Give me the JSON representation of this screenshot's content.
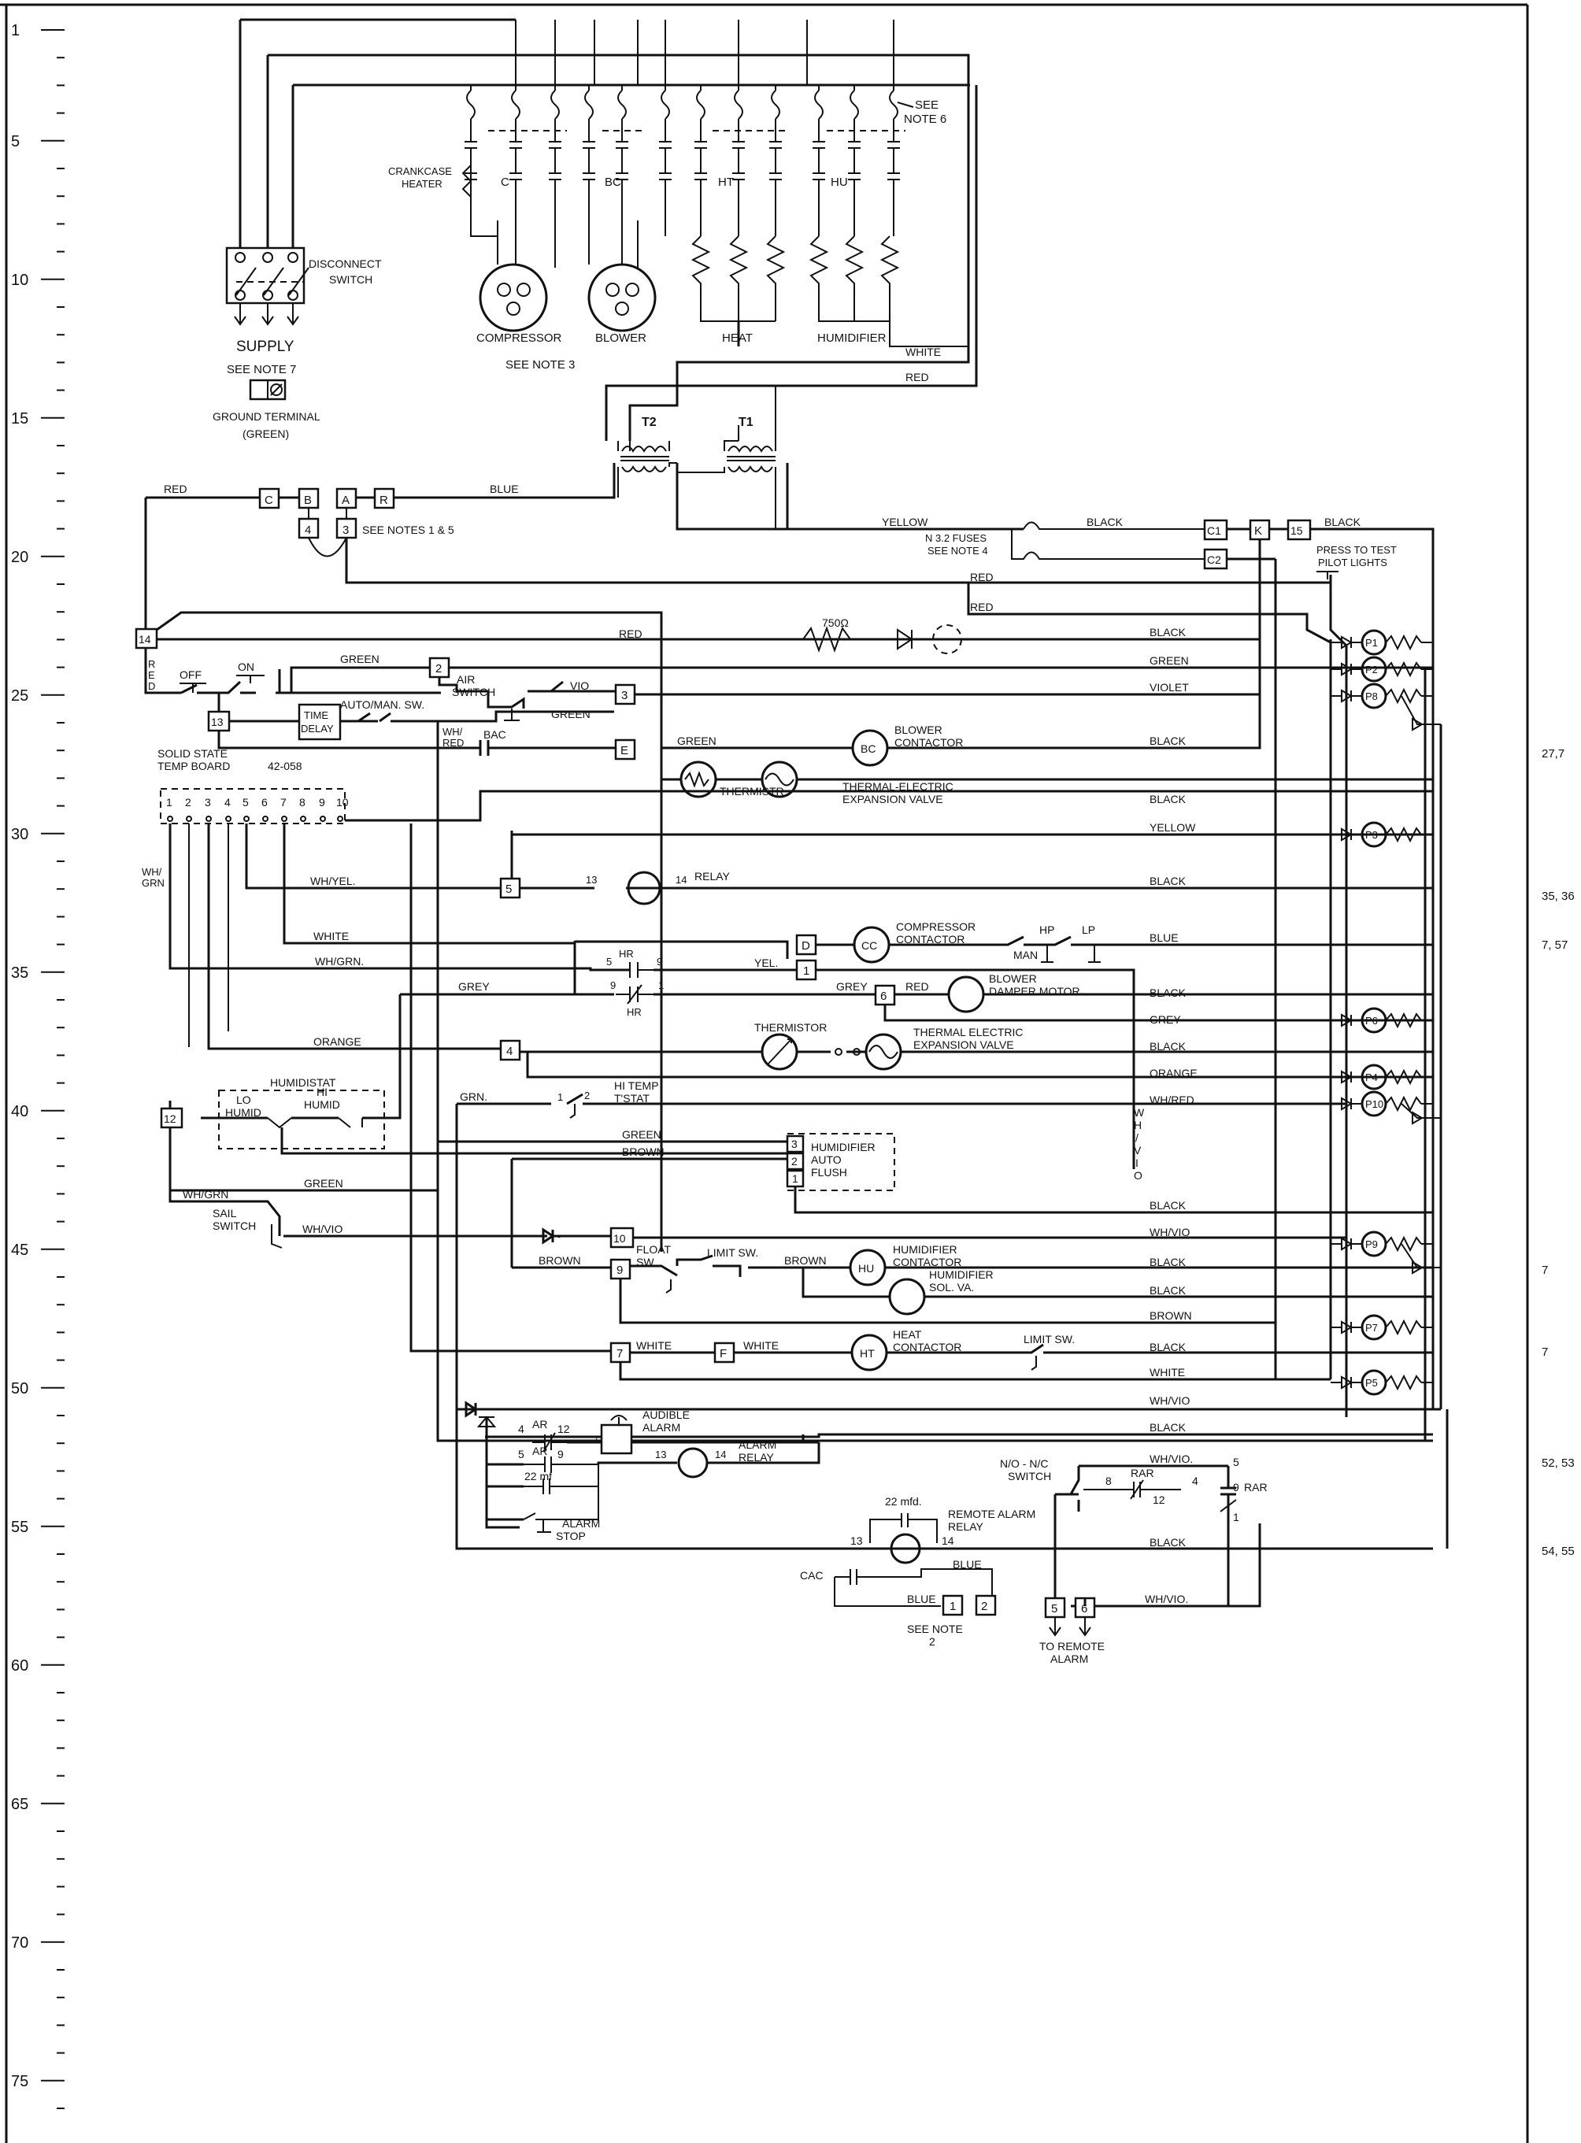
{
  "ruler": {
    "major_labels": [
      "1",
      "5",
      "10",
      "15",
      "20",
      "25",
      "30",
      "35",
      "40",
      "45",
      "50",
      "55",
      "60",
      "65",
      "70",
      "75"
    ]
  },
  "right_refs": [
    "27,7",
    "35, 36",
    "7, 57",
    "7",
    "7",
    "52, 53",
    "54, 55"
  ],
  "top": {
    "see_note_6": [
      "SEE",
      "NOTE 6"
    ],
    "crankcase_heater": [
      "CRANKCASE",
      "HEATER"
    ],
    "c": "C",
    "bc": "BC",
    "ht": "HT",
    "hu": "HU",
    "compressor": "COMPRESSOR",
    "blower": "BLOWER",
    "heat": "HEAT",
    "humidifier": "HUMIDIFIER",
    "white": "WHITE",
    "red": "RED",
    "see_note_3": "SEE NOTE 3",
    "disconnect_switch": [
      "DISCONNECT",
      "SWITCH"
    ],
    "supply": "SUPPLY",
    "see_note_7": "SEE NOTE 7",
    "ground_terminal": [
      "GROUND TERMINAL",
      "(GREEN)"
    ],
    "t1": "T1",
    "t2": "T2"
  },
  "row18": {
    "red": "RED",
    "blue": "BLUE",
    "see_notes": "SEE NOTES 1 & 5",
    "yellow": "YELLOW",
    "fuses": [
      "N 3.2 FUSES",
      "SEE NOTE 4"
    ],
    "black": "BLACK",
    "black2": "BLACK",
    "press_to_test": [
      "PRESS TO TEST",
      "PILOT LIGHTS"
    ],
    "red_a": "RED",
    "red_b": "RED"
  },
  "terminals": {
    "C": "C",
    "B": "B",
    "A": "A",
    "R": "R",
    "t4": "4",
    "t3": "3",
    "C1": "C1",
    "C2": "C2",
    "K": "K",
    "t15": "15",
    "t14": "14",
    "t2": "2",
    "t3b": "3",
    "t13": "13",
    "E": "E",
    "t5": "5",
    "D": "D",
    "t1": "1",
    "t6": "6",
    "t4b": "4",
    "t12": "12",
    "h3": "3",
    "h2": "2",
    "h1": "1",
    "t10": "10",
    "t9": "9",
    "t7": "7",
    "F": "F",
    "n1": "1",
    "n2": "2",
    "r5": "5",
    "r6": "6"
  },
  "control": {
    "red": "RED",
    "r750": "750Ω",
    "black": "BLACK",
    "green": "GREEN",
    "violet": "VIOLET",
    "black_bc": "BLACK",
    "off": "OFF",
    "on": "ON",
    "red_v": "RED",
    "green_top": "GREEN",
    "air_switch": [
      "AIR",
      "SWITCH"
    ],
    "vio": "VIO",
    "auto_man": "AUTO/MAN. SW.",
    "time_delay": [
      "TIME",
      "DELAY"
    ],
    "green2": "GREEN",
    "wh_red": [
      "WH/",
      "RED"
    ],
    "bac": "BAC",
    "green3": "GREEN",
    "blower_contactor": [
      "BLOWER",
      "CONTACTOR"
    ],
    "bc": "BC",
    "thermistr": "THERMISTR",
    "tev": [
      "THERMAL-ELECTRIC",
      "EXPANSION VALVE"
    ]
  },
  "board": {
    "title": [
      "SOLID STATE",
      "TEMP BOARD"
    ],
    "part": "42-058",
    "pins": [
      "1",
      "2",
      "3",
      "4",
      "5",
      "6",
      "7",
      "8",
      "9",
      "10"
    ]
  },
  "mid": {
    "black_29": "BLACK",
    "yellow_30": "YELLOW",
    "wh_grn_left": [
      "WH/",
      "GRN"
    ],
    "wh_yel": "WH/YEL.",
    "relay": "RELAY",
    "p13": "13",
    "p14": "14",
    "black_32": "BLACK",
    "white": "WHITE",
    "cc": "CC",
    "comp_contactor": [
      "COMPRESSOR",
      "CONTACTOR"
    ],
    "hp": "HP",
    "lp": "LP",
    "man": "MAN",
    "blue": "BLUE",
    "wh_grn": "WH/GRN.",
    "hr": "HR",
    "hr_n5": "5",
    "hr_n9": "9",
    "yel": "YEL.",
    "grey": "GREY",
    "grey2": "GREY",
    "hr_n9b": "9",
    "hr_n1": "1",
    "hr2": "HR",
    "red": "RED",
    "blower_damper": [
      "BLOWER",
      "DAMPER MOTOR"
    ],
    "black_36": "BLACK",
    "grey_37": "GREY",
    "orange": "ORANGE",
    "thermistor": "THERMISTOR",
    "tev2": [
      "THERMAL ELECTRIC",
      "EXPANSION VALVE"
    ],
    "black_38": "BLACK",
    "orange_39": "ORANGE",
    "humidistat": "HUMIDISTAT",
    "lo_humid": [
      "LO",
      "HUMID"
    ],
    "hi_humid": [
      "HI",
      "HUMID"
    ],
    "grn": "GRN.",
    "hi_temp": [
      "HI TEMP",
      "T'STAT"
    ],
    "ht_n1": "1",
    "ht_n2": "2",
    "wh_red_40": "WH/RED",
    "whvio_vert": [
      "W",
      "H",
      "/",
      "V",
      "I",
      "O"
    ],
    "green_41": "GREEN",
    "brown_42": "BROWN",
    "humid_autoflush": [
      "HUMIDIFIER",
      "AUTO",
      "FLUSH"
    ],
    "green_43": "GREEN",
    "wh_grn_44": "WH/GRN",
    "sail_switch": [
      "SAIL",
      "SWITCH"
    ],
    "wh_vio_45": "WH/VIO",
    "black_44": "BLACK",
    "wh_vio_r": "WH/VIO",
    "brown_46": "BROWN",
    "float_sw": [
      "FLOAT",
      "SW."
    ],
    "limit_sw": "LIMIT SW.",
    "brown_46b": "BROWN",
    "hu": "HU",
    "humid_contactor": [
      "HUMIDIFIER",
      "CONTACTOR"
    ],
    "humid_solva": [
      "HUMIDIFIER",
      "SOL. VA."
    ],
    "black_46": "BLACK",
    "black_47": "BLACK",
    "brown_48": "BROWN",
    "white_49": "WHITE",
    "white_49b": "WHITE",
    "ht": "HT",
    "heat_contactor": [
      "HEAT",
      "CONTACTOR"
    ],
    "limit_sw2": "LIMIT SW.",
    "black_49": "BLACK",
    "white_50": "WHITE",
    "wh_vio_51": "WH/VIO"
  },
  "pilots": [
    "P1",
    "P2",
    "P8",
    "P3",
    "P6",
    "P4",
    "P10",
    "P9",
    "P7",
    "P5"
  ],
  "alarm": {
    "black": "BLACK",
    "ar": "AR",
    "n4": "4",
    "n12": "12",
    "n5": "5",
    "n9": "9",
    "audible_alarm": [
      "AUDIBLE",
      "ALARM"
    ],
    "alarm_relay": [
      "ALARM",
      "RELAY"
    ],
    "r13": "13",
    "r14": "14",
    "c22mf": "22 mf",
    "alarm_stop": [
      "ALARM",
      "STOP"
    ],
    "wh_vio": "WH/VIO.",
    "no_nc": [
      "N/O - N/C",
      "SWITCH"
    ],
    "rar": "RAR",
    "rar2": "RAR",
    "k8": "8",
    "k4": "4",
    "k12": "12",
    "k5": "5",
    "k9": "9",
    "k1": "1",
    "c22mfd": "22 mfd.",
    "remote_alarm_relay": [
      "REMOTE ALARM",
      "RELAY"
    ],
    "rr13": "13",
    "rr14": "14",
    "black2": "BLACK",
    "cac": "CAC",
    "blue": "BLUE",
    "blue2": "BLUE",
    "see_note_2": [
      "SEE NOTE",
      "2"
    ],
    "wh_vio2": "WH/VIO.",
    "to_remote": [
      "TO REMOTE",
      "ALARM"
    ]
  }
}
